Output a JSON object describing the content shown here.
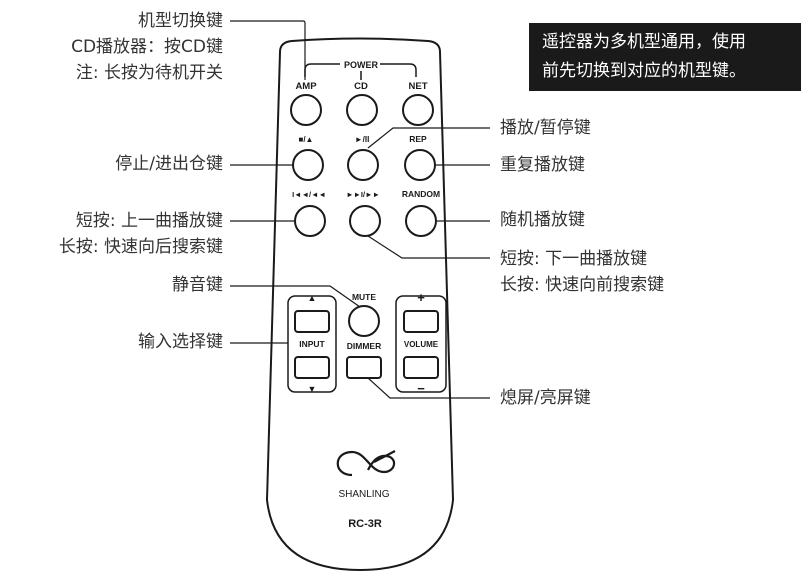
{
  "notice": {
    "line1": "遥控器为多机型通用，使用",
    "line2": "前先切换到对应的机型键。"
  },
  "annotations": {
    "model_switch": {
      "line1": "机型切换键",
      "line2": "CD播放器：按CD键",
      "line3": "注: 长按为待机开关"
    },
    "stop_eject": "停止/进出仓键",
    "prev_track": {
      "line1": "短按: 上一曲播放键",
      "line2": "长按: 快速向后搜索键"
    },
    "mute": "静音键",
    "input_select": "输入选择键",
    "play_pause": "播放/暂停键",
    "repeat": "重复播放键",
    "random": "随机播放键",
    "next_track": {
      "line1": "短按: 下一曲播放键",
      "line2": "长按: 快速向前搜索键"
    },
    "dimmer": "熄屏/亮屏键"
  },
  "remote": {
    "power_label": "POWER",
    "amp_label": "AMP",
    "cd_label": "CD",
    "net_label": "NET",
    "stop_eject_label": "■/▲",
    "play_pause_label": "►/II",
    "rep_label": "REP",
    "prev_label": "I◄◄/◄◄",
    "next_label": "►►I/►►",
    "random_label": "RANDOM",
    "mute_label": "MUTE",
    "input_label": "INPUT",
    "input_up": "▲",
    "input_down": "▼",
    "dimmer_label": "DIMMER",
    "volume_label": "VOLUME",
    "volume_plus": "+",
    "volume_minus": "−",
    "brand": "SHANLING",
    "model": "RC-3R"
  },
  "colors": {
    "line": "#1a1a1a",
    "remote_body": "#ffffff",
    "notice_bg": "#1a1a1a",
    "notice_text": "#ffffff",
    "annotation_text": "#333333"
  }
}
